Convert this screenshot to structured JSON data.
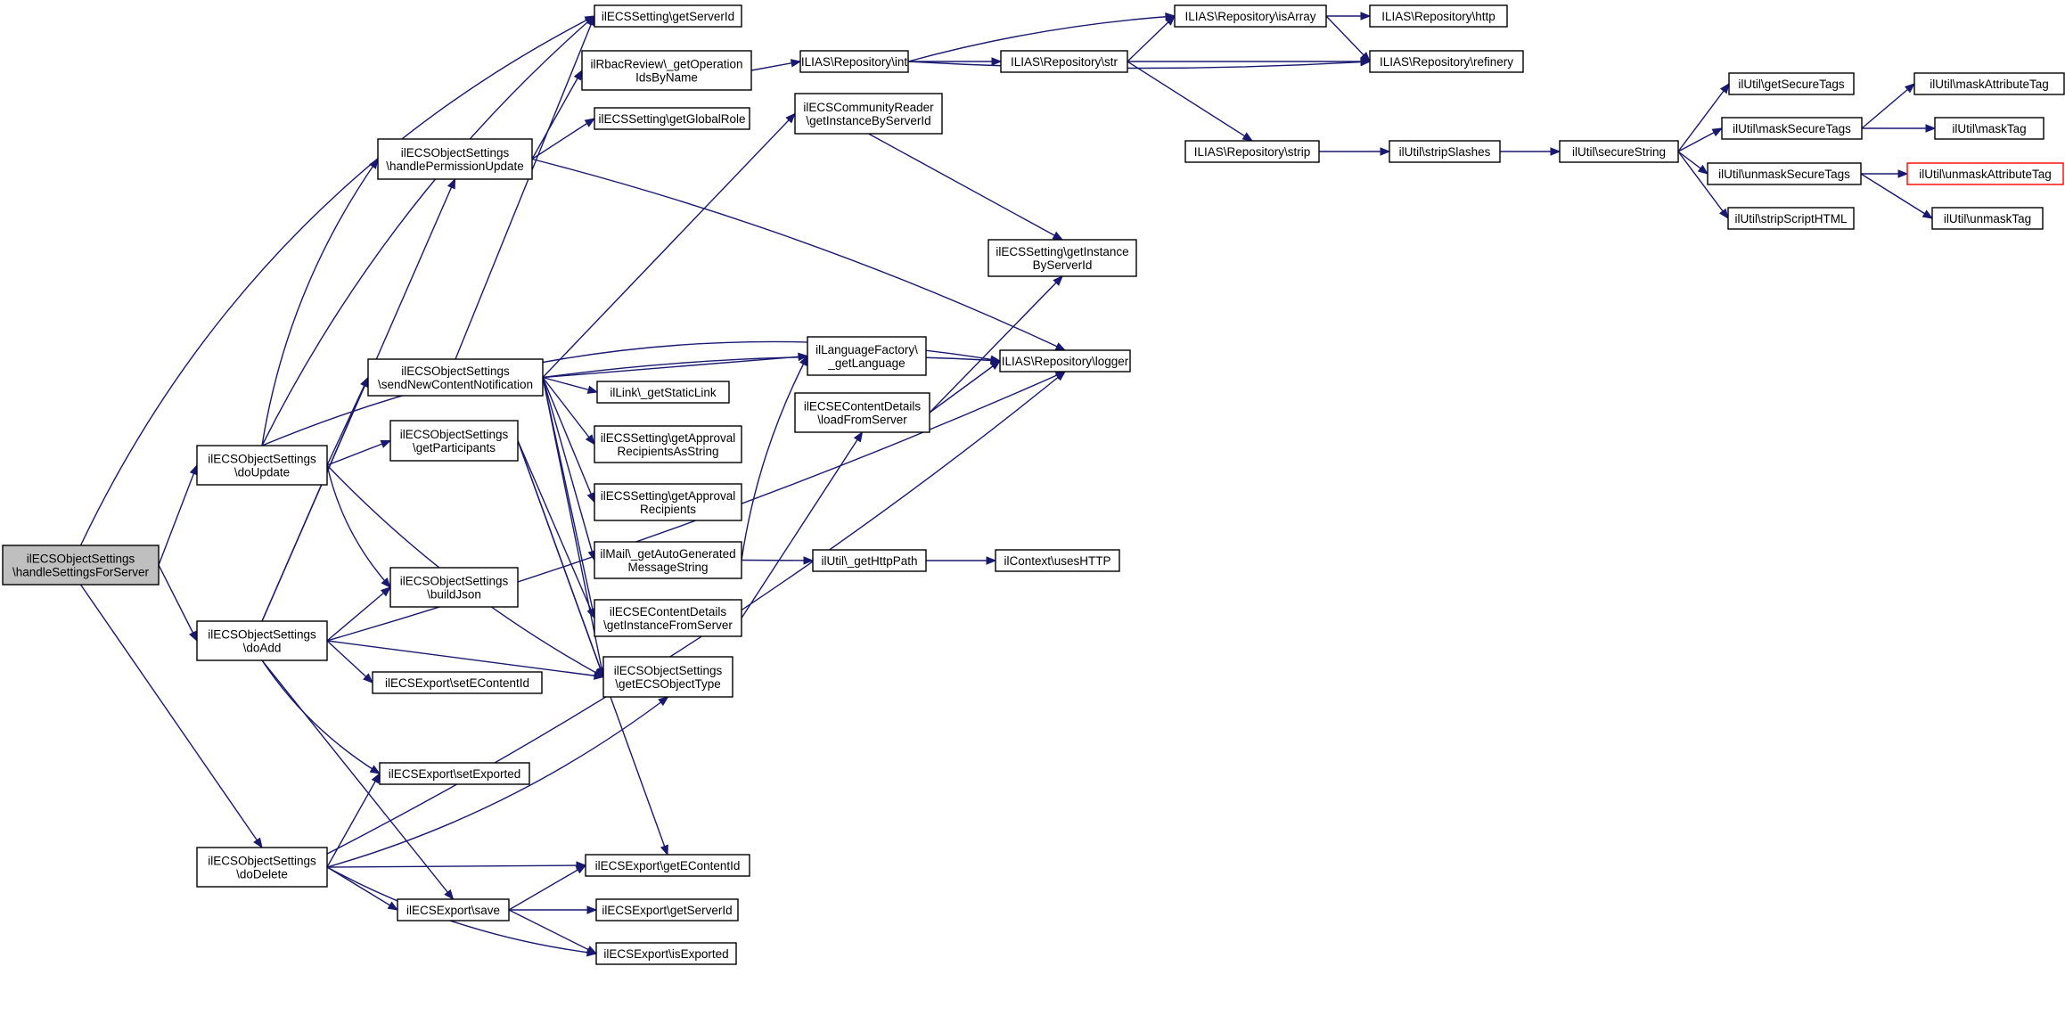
{
  "colors": {
    "edge": "#191970",
    "root_fill": "#bfbfbf",
    "highlight_border": "#ff0000"
  },
  "nodes": {
    "root": [
      "ilECSObjectSettings",
      "\\handleSettingsForServer"
    ],
    "doUpdate": [
      "ilECSObjectSettings",
      "\\doUpdate"
    ],
    "doAdd": [
      "ilECSObjectSettings",
      "\\doAdd"
    ],
    "doDelete": [
      "ilECSObjectSettings",
      "\\doDelete"
    ],
    "getServerId": [
      "ilECSSetting\\getServerId"
    ],
    "getOpIds": [
      "ilRbacReview\\_getOperation",
      "IdsByName"
    ],
    "getGlobalRole": [
      "ilECSSetting\\getGlobalRole"
    ],
    "handlePerm": [
      "ilECSObjectSettings",
      "\\handlePermissionUpdate"
    ],
    "sendNotif": [
      "ilECSObjectSettings",
      "\\sendNewContentNotification"
    ],
    "getParticipants": [
      "ilECSObjectSettings",
      "\\getParticipants"
    ],
    "buildJson": [
      "ilECSObjectSettings",
      "\\buildJson"
    ],
    "setEContentId": [
      "ilECSExport\\setEContentId"
    ],
    "setExported": [
      "ilECSExport\\setExported"
    ],
    "save": [
      "ilECSExport\\save"
    ],
    "getEContentId": [
      "ilECSExport\\getEContentId"
    ],
    "expGetServerId": [
      "ilECSExport\\getServerId"
    ],
    "isExported": [
      "ilECSExport\\isExported"
    ],
    "getStaticLink": [
      "ilLink\\_getStaticLink"
    ],
    "approvalStr": [
      "ilECSSetting\\getApproval",
      "RecipientsAsString"
    ],
    "approval": [
      "ilECSSetting\\getApproval",
      "Recipients"
    ],
    "mailAuto": [
      "ilMail\\_getAutoGenerated",
      "MessageString"
    ],
    "contentFromServer": [
      "ilECSEContentDetails",
      "\\getInstanceFromServer"
    ],
    "getECSObjectType": [
      "ilECSObjectSettings",
      "\\getECSObjectType"
    ],
    "communityReader": [
      "ilECSCommunityReader",
      "\\getInstanceByServerId"
    ],
    "langFactory": [
      "ilLanguageFactory\\",
      "_getLanguage"
    ],
    "loadFromServer": [
      "ilECSEContentDetails",
      "\\loadFromServer"
    ],
    "httpPath": [
      "ilUtil\\_getHttpPath"
    ],
    "repoInt": [
      "ILIAS\\Repository\\int"
    ],
    "repoStr": [
      "ILIAS\\Repository\\str"
    ],
    "repoIsArray": [
      "ILIAS\\Repository\\isArray"
    ],
    "repoHttp": [
      "ILIAS\\Repository\\http"
    ],
    "repoRefinery": [
      "ILIAS\\Repository\\refinery"
    ],
    "repoStrip": [
      "ILIAS\\Repository\\strip"
    ],
    "stripSlashes": [
      "ilUtil\\stripSlashes"
    ],
    "secureString": [
      "ilUtil\\secureString"
    ],
    "getSecureTags": [
      "ilUtil\\getSecureTags"
    ],
    "maskSecureTags": [
      "ilUtil\\maskSecureTags"
    ],
    "unmaskSecureTags": [
      "ilUtil\\unmaskSecureTags"
    ],
    "stripScriptHTML": [
      "ilUtil\\stripScriptHTML"
    ],
    "maskAttributeTag": [
      "ilUtil\\maskAttributeTag"
    ],
    "maskTag": [
      "ilUtil\\maskTag"
    ],
    "unmaskAttributeTag": [
      "ilUtil\\unmaskAttributeTag"
    ],
    "unmaskTag": [
      "ilUtil\\unmaskTag"
    ],
    "settingInstance": [
      "ilECSSetting\\getInstance",
      "ByServerId"
    ],
    "repoLogger": [
      "ILIAS\\Repository\\logger"
    ],
    "usesHTTP": [
      "ilContext\\usesHTTP"
    ]
  }
}
